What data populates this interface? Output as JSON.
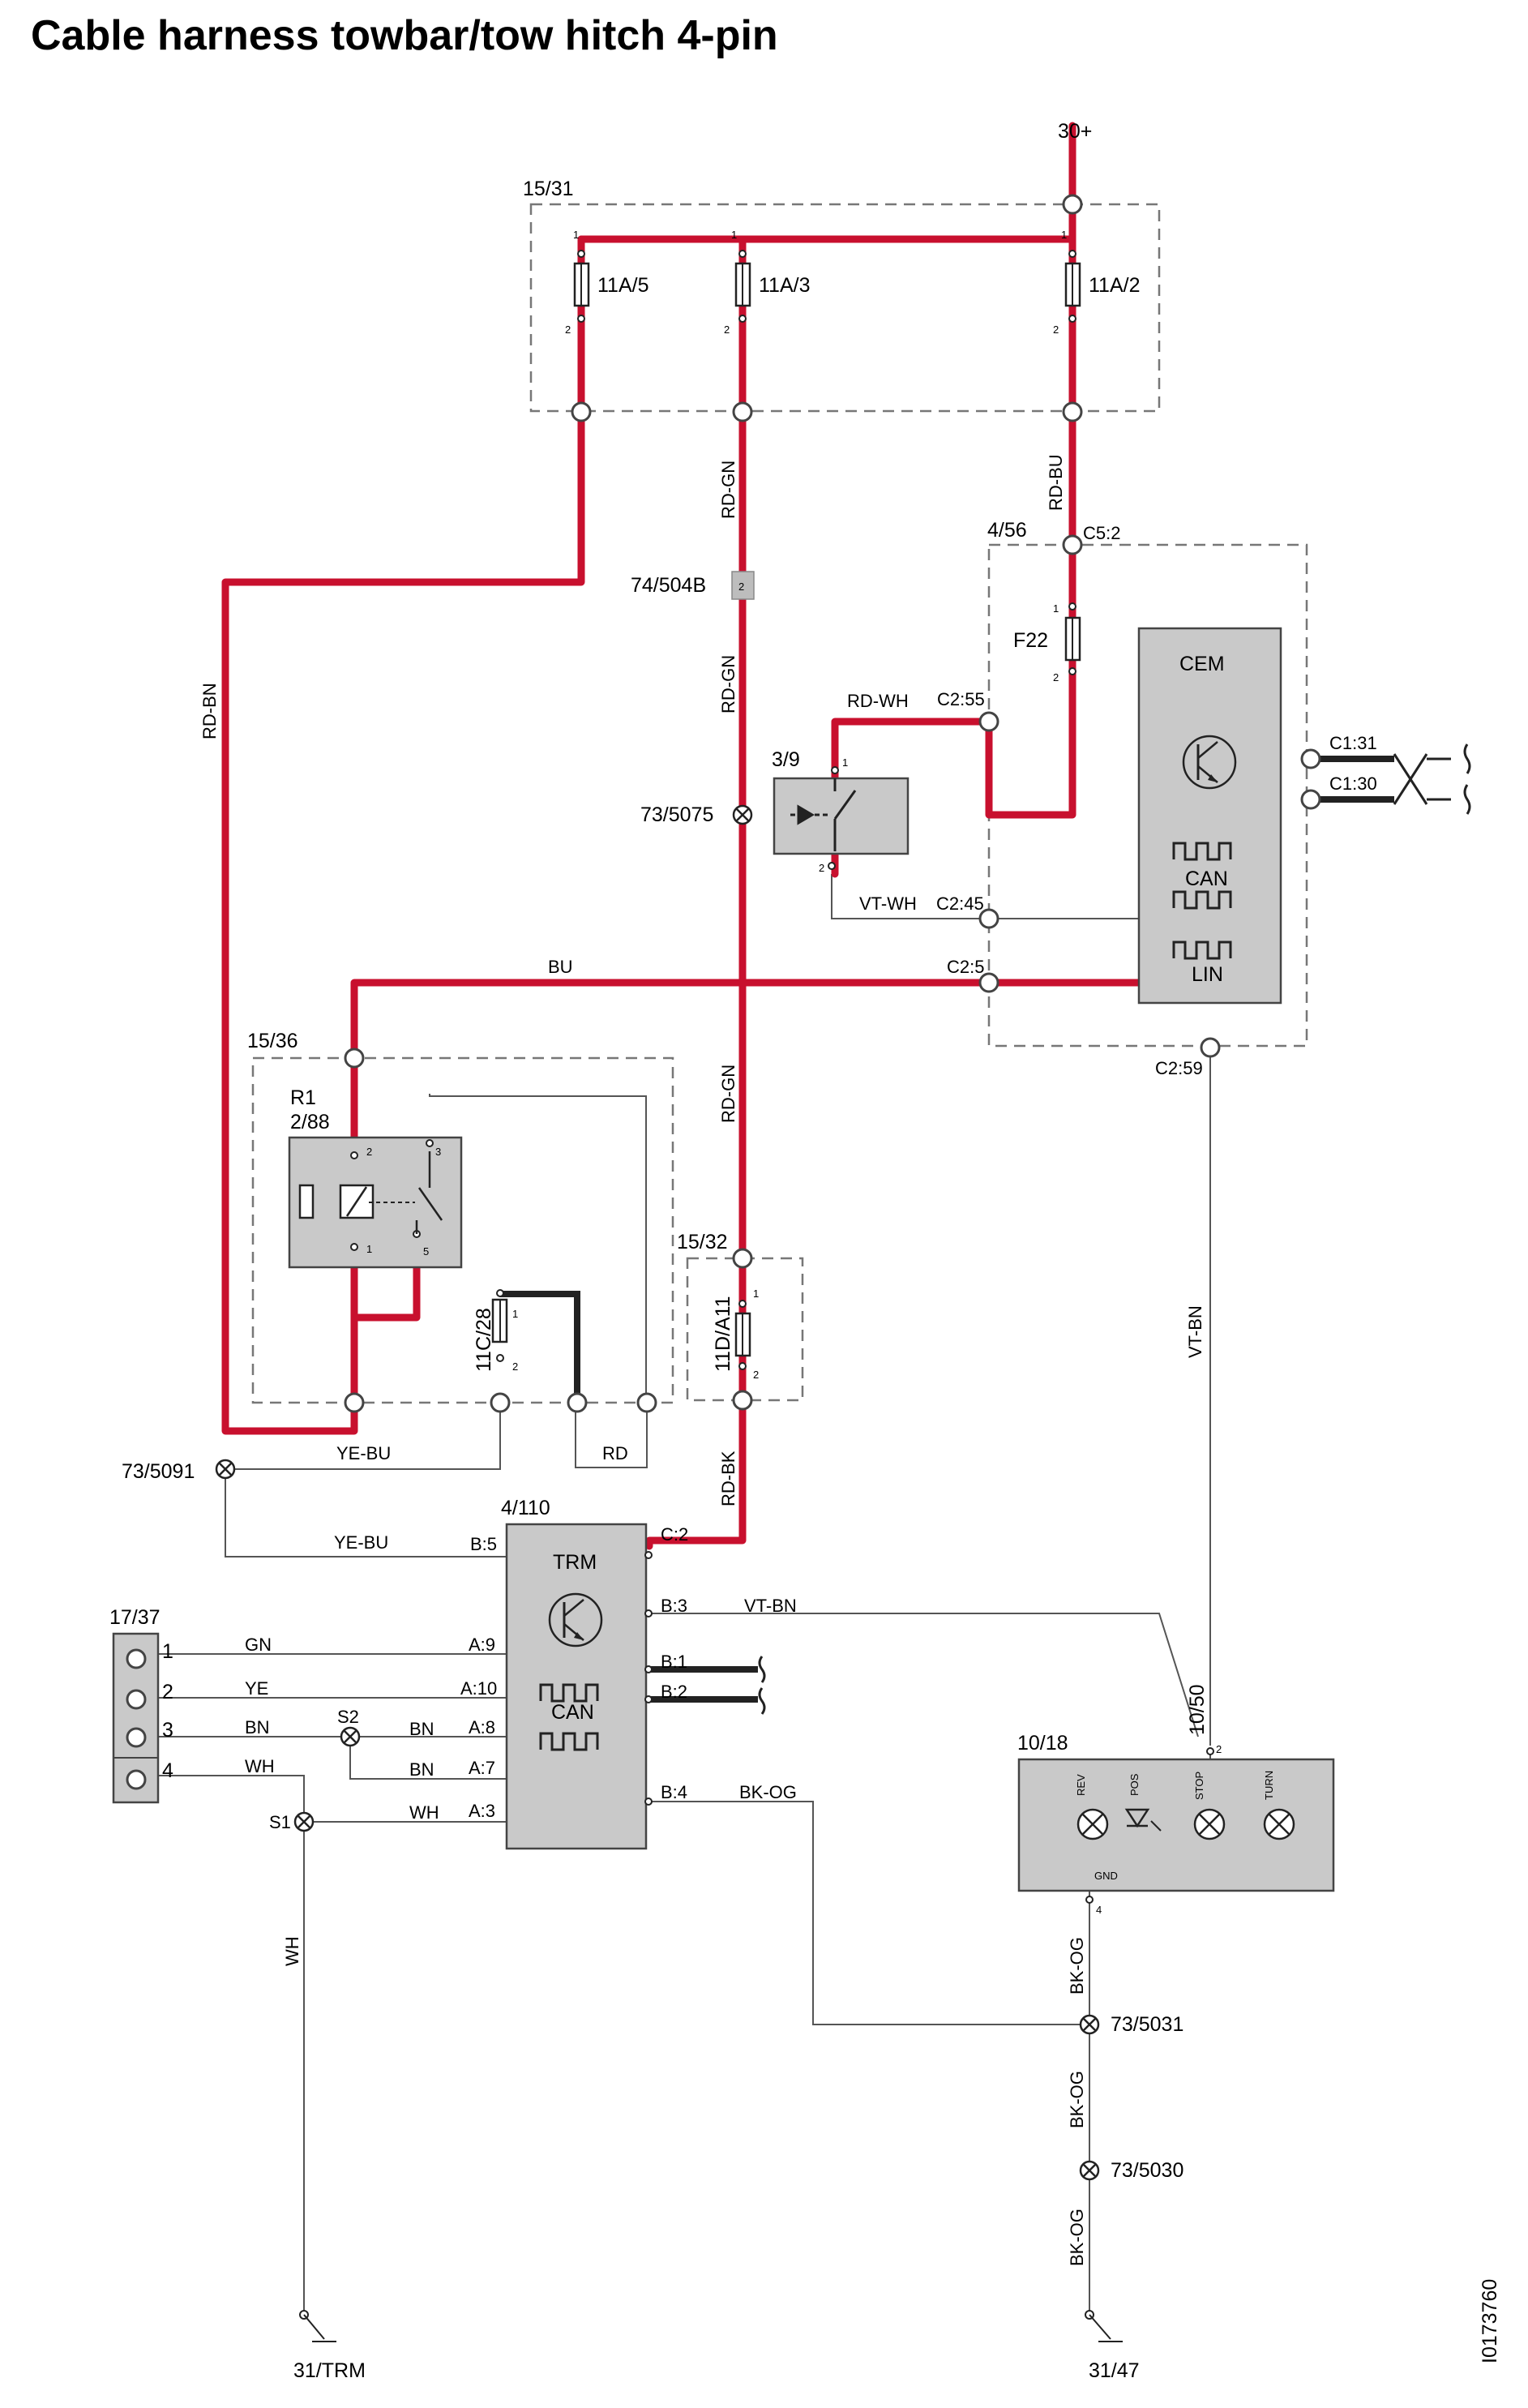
{
  "title": "Cable harness towbar/tow hitch 4-pin",
  "figure_id": "I0173760",
  "supply": "30+",
  "boxes": {
    "fusebox": "15/31",
    "cem_box": "4/56",
    "relay_box": "15/36",
    "fuse_box2": "15/32",
    "trm_module": "4/110",
    "socket": "17/37",
    "lamps": "10/18"
  },
  "fuses": {
    "f1": "11A/5",
    "f2": "11A/3",
    "f3": "11A/2",
    "f22": "F22",
    "f_11c": "11C/28",
    "f_11d": "11D/A11"
  },
  "splices": {
    "s_74": "74/504B",
    "s_74_pin": "2",
    "s_5075": "73/5075",
    "s_5091": "73/5091",
    "s_5031": "73/5031",
    "s_5030": "73/5030",
    "s2": "S2",
    "s1": "S1"
  },
  "wires": {
    "rd_gn": "RD-GN",
    "rd_bu": "RD-BU",
    "rd_bn": "RD-BN",
    "rd_wh": "RD-WH",
    "vt_wh": "VT-WH",
    "bu": "BU",
    "ye_bu": "YE-BU",
    "rd": "RD",
    "rd_bk": "RD-BK",
    "vt_bn": "VT-BN",
    "gn": "GN",
    "ye": "YE",
    "bn": "BN",
    "wh": "WH",
    "bk_og": "BK-OG"
  },
  "cem": {
    "name": "CEM",
    "can": "CAN",
    "lin": "LIN",
    "pins": {
      "c5_2": "C5:2",
      "c2_55": "C2:55",
      "c2_45": "C2:45",
      "c2_5": "C2:5",
      "c2_59": "C2:59",
      "c1_31": "C1:31",
      "c1_30": "C1:30"
    }
  },
  "switch": "3/9",
  "relay": {
    "r1": "R1",
    "id": "2/88"
  },
  "trm": {
    "name": "TRM",
    "can": "CAN",
    "pins": {
      "b5": "B:5",
      "c2": "C:2",
      "b3": "B:3",
      "b1": "B:1",
      "b2": "B:2",
      "b4": "B:4",
      "a9": "A:9",
      "a10": "A:10",
      "a8": "A:8",
      "a7": "A:7",
      "a3": "A:3"
    }
  },
  "socket_pins": [
    "1",
    "2",
    "3",
    "4"
  ],
  "lamp_module": {
    "conn": "10/50",
    "pin2": "2",
    "pin4": "4",
    "gnd": "GND",
    "rev": "REV",
    "pos": "POS",
    "stop": "STOP",
    "turn": "TURN"
  },
  "grounds": {
    "g_trm": "31/TRM",
    "g_47": "31/47"
  },
  "pin_nums": {
    "p1": "1",
    "p2": "2",
    "p3": "3",
    "p5": "5"
  }
}
